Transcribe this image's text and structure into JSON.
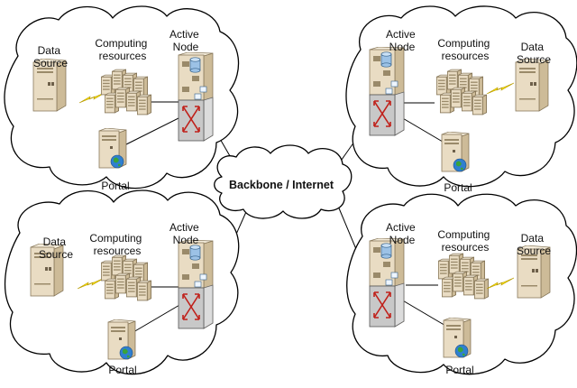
{
  "backbone": {
    "label": "Backbone / Internet"
  },
  "sites": [
    {
      "data_source": [
        "Data",
        "Source"
      ],
      "computing": [
        "Computing",
        "resources"
      ],
      "active_node": [
        "Active",
        "Node"
      ],
      "portal": "Portal"
    },
    {
      "data_source": [
        "Data",
        "Source"
      ],
      "computing": [
        "Computing",
        "resources"
      ],
      "active_node": [
        "Active",
        "Node"
      ],
      "portal": "Portal"
    },
    {
      "data_source": [
        "Data",
        "Source"
      ],
      "computing": [
        "Computing",
        "resources"
      ],
      "active_node": [
        "Active",
        "Node"
      ],
      "portal": "Portal"
    },
    {
      "data_source": [
        "Data",
        "Source"
      ],
      "computing": [
        "Computing",
        "resources"
      ],
      "active_node": [
        "Active",
        "Node"
      ],
      "portal": "Portal"
    }
  ],
  "icons": {
    "data_source": "server-tower-icon",
    "computing": "server-rack-cluster-icon",
    "active_node": "active-node-router-icon",
    "portal": "portal-server-globe-icon",
    "link": "lightning-bolt-icon"
  },
  "colors": {
    "server_beige": "#e9dcc3",
    "bolt": "#ffe600",
    "router_arrows": "#c0201a",
    "database": "#9cc2e6",
    "globe": "#2f7fd0"
  }
}
